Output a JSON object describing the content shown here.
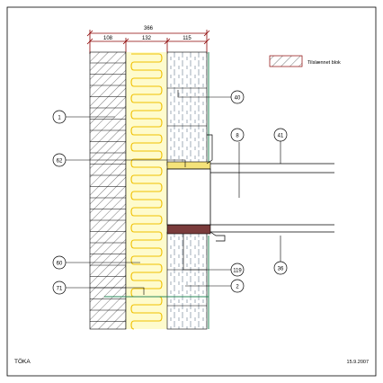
{
  "dimensions": {
    "total": "366",
    "brick": "108",
    "insulation": "132",
    "inner_wall": "115"
  },
  "legend": {
    "label": "Tilslænnet blok"
  },
  "callouts": {
    "c1": "1",
    "c40": "40",
    "c8": "8",
    "c41": "41",
    "c62": "62",
    "c60": "60",
    "c119": "119",
    "c2": "2",
    "c71": "71",
    "c36": "36"
  },
  "footer": {
    "left": "TÖKA",
    "right": "15.9.2007"
  },
  "colors": {
    "insulation_fill": "#fefbcd",
    "insulation_line": "#f0c000",
    "brick_hatch": "#555555",
    "membrane": "#2a8a5a",
    "lintel": "#7a3b3b",
    "dimension": "#8b0000",
    "window_frame": "#f4e27a"
  }
}
